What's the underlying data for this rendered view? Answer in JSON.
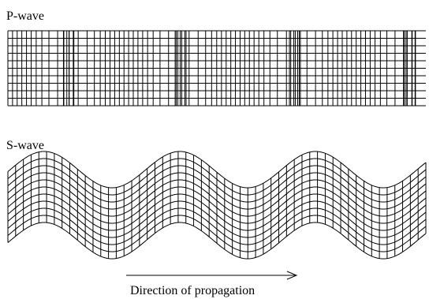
{
  "panels": {
    "p_wave": {
      "label": "P-wave"
    },
    "s_wave": {
      "label": "S-wave"
    }
  },
  "arrow": {
    "label": "Direction of propagation"
  },
  "colors": {
    "line": "#000000",
    "background": "#ffffff"
  }
}
